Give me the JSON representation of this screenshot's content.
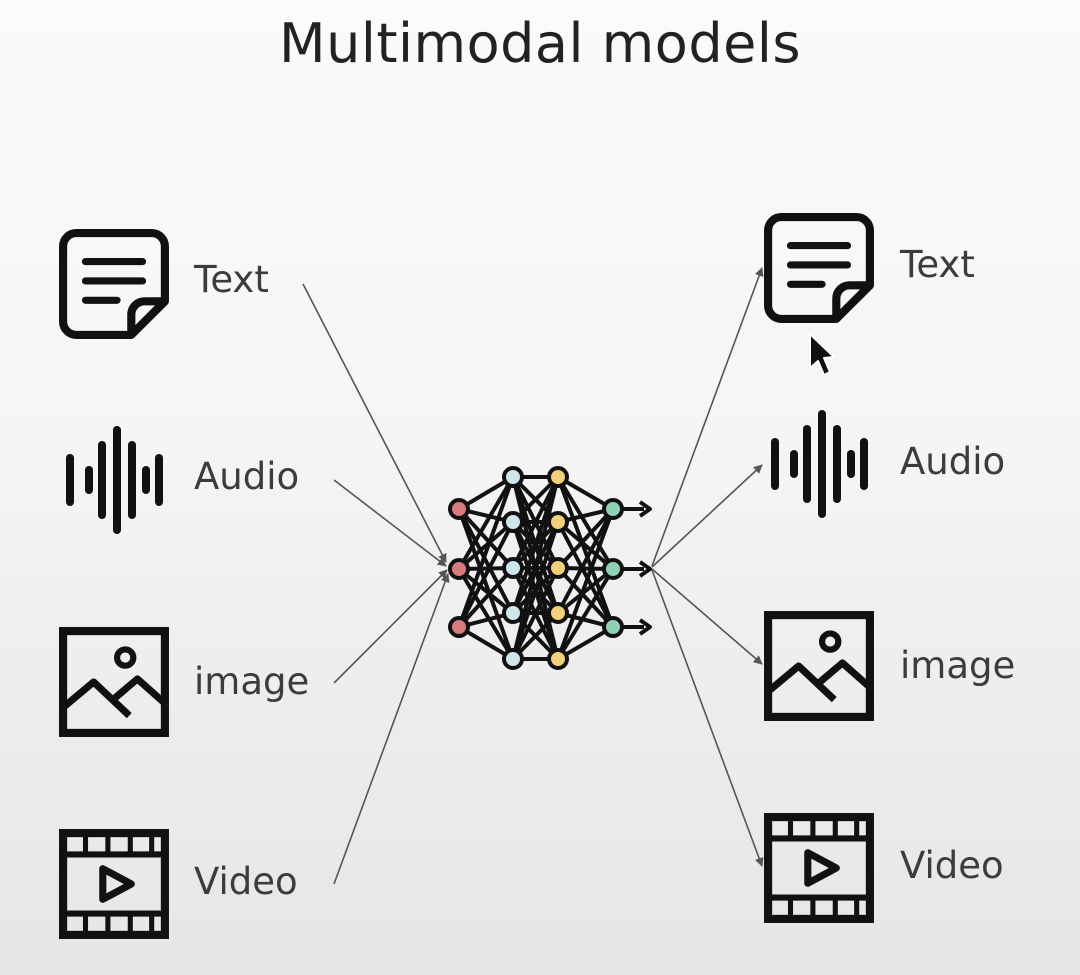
{
  "title": "Multimodal models",
  "inputs": [
    {
      "label": "Text",
      "icon": "text-document-icon"
    },
    {
      "label": "Audio",
      "icon": "audio-waveform-icon"
    },
    {
      "label": "image",
      "icon": "image-icon"
    },
    {
      "label": "Video",
      "icon": "video-icon"
    }
  ],
  "outputs": [
    {
      "label": "Text",
      "icon": "text-document-icon"
    },
    {
      "label": "Audio",
      "icon": "audio-waveform-icon"
    },
    {
      "label": "image",
      "icon": "image-icon"
    },
    {
      "label": "Video",
      "icon": "video-icon"
    }
  ],
  "center": {
    "icon": "neural-network-icon"
  },
  "colors": {
    "icon_stroke": "#111111",
    "arrow": "#555555",
    "node_red": "#d97a7f",
    "node_blue": "#cfe6ec",
    "node_yellow": "#f2cf7a",
    "node_green": "#8fd1b3"
  }
}
